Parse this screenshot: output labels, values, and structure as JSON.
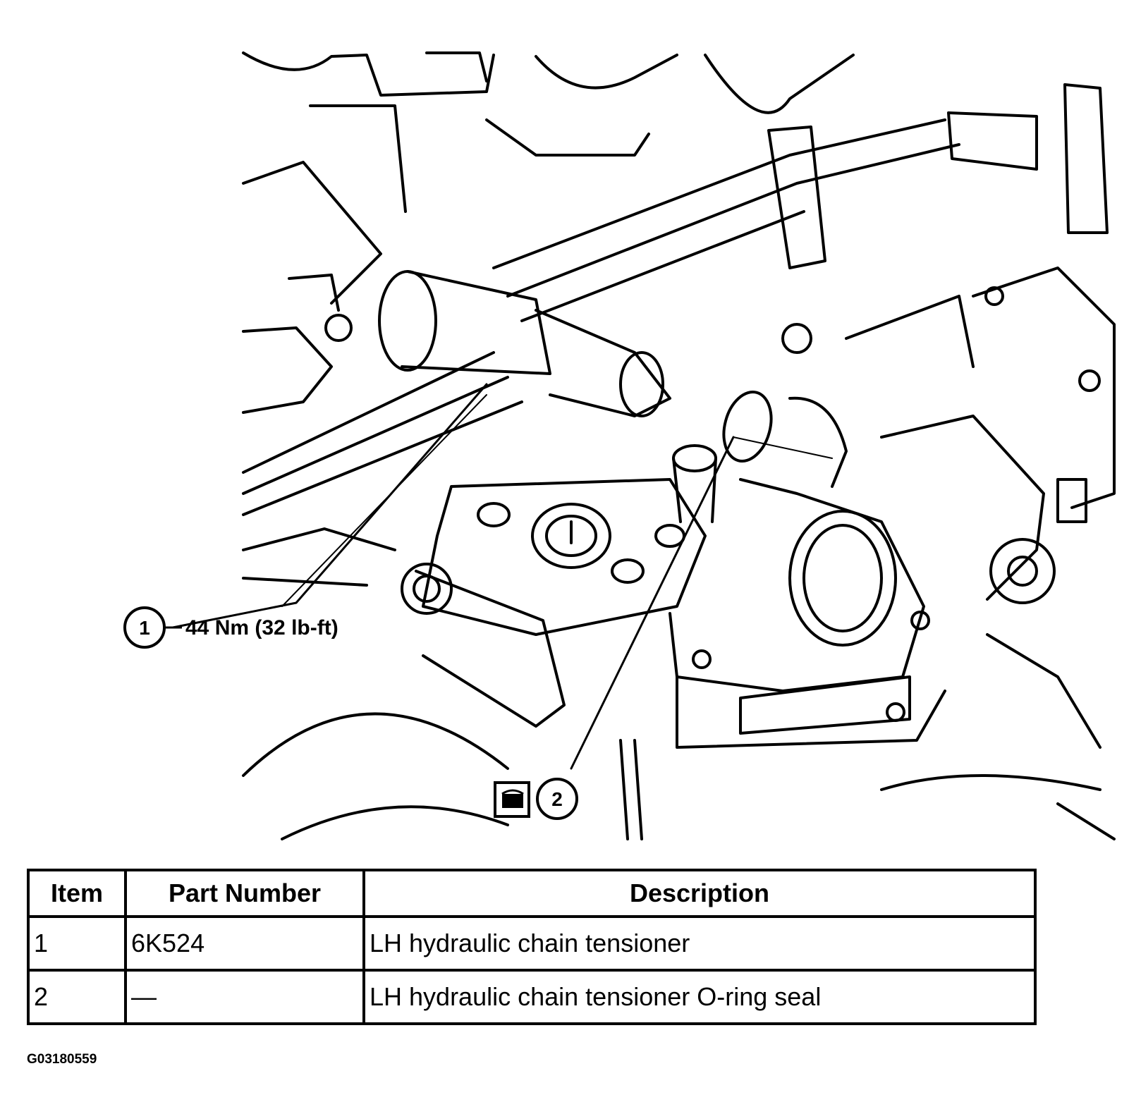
{
  "callouts": [
    {
      "number": "1",
      "label": "44 Nm (32 lb-ft)"
    },
    {
      "number": "2",
      "label": ""
    }
  ],
  "table": {
    "headers": [
      "Item",
      "Part Number",
      "Description"
    ],
    "rows": [
      [
        "1",
        "6K524",
        "LH hydraulic chain tensioner"
      ],
      [
        "2",
        "—",
        "LH hydraulic chain tensioner O-ring seal"
      ]
    ]
  },
  "figure_id": "G03180559",
  "icons": [
    "sealant-icon"
  ]
}
